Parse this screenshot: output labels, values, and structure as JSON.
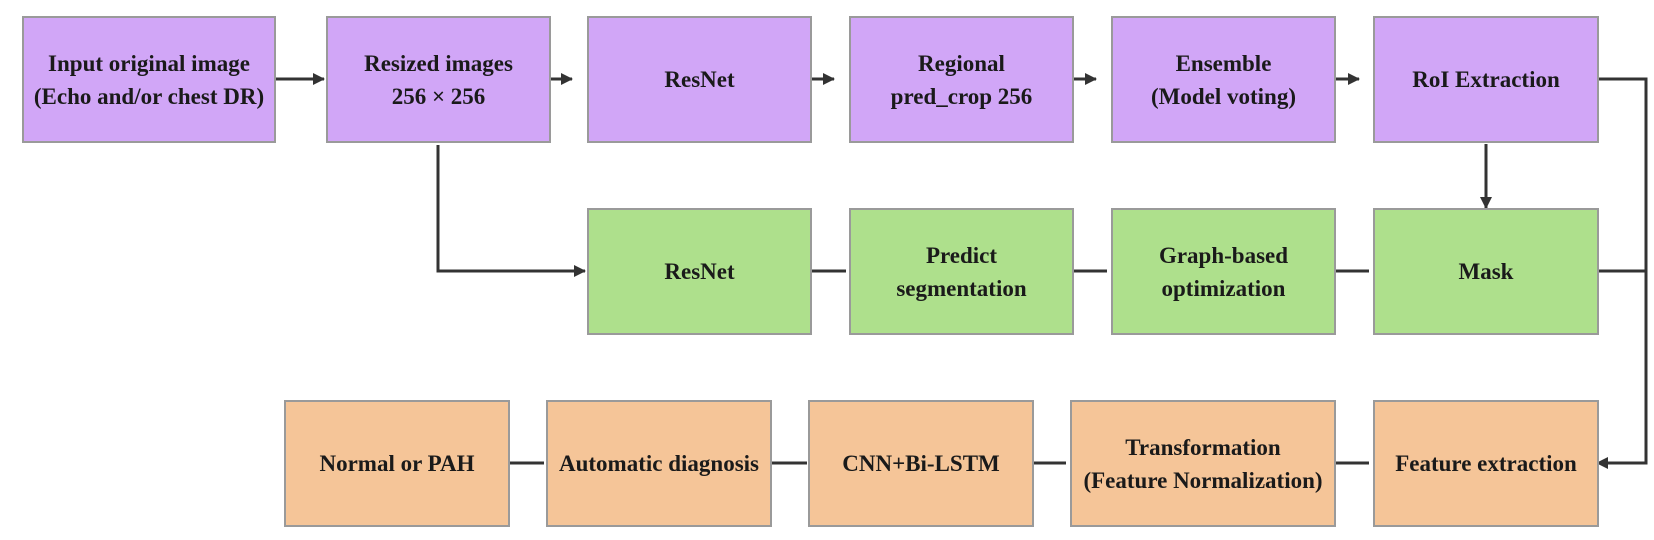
{
  "diagram": {
    "colors": {
      "stage1_fill": "#d1a6f7",
      "stage2_fill": "#aee08c",
      "stage3_fill": "#f5c598",
      "border": "#9a9a9a",
      "arrow": "#333333"
    },
    "row1": {
      "input": "Input original image\n(Echo and/or chest DR)",
      "resized": "Resized  images\n256 × 256",
      "resnet": "ResNet",
      "regional": "Regional\npred_crop 256",
      "ensemble": "Ensemble\n(Model voting)",
      "roi": "RoI Extraction"
    },
    "row2": {
      "resnet": "ResNet",
      "predict": "Predict\nsegmentation",
      "graph": "Graph-based\noptimization",
      "mask": "Mask"
    },
    "row3": {
      "normal": "Normal or PAH",
      "auto": "Automatic  diagnosis",
      "cnn": "CNN+Bi-LSTM",
      "transform": "Transformation\n(Feature Normalization)",
      "feature": "Feature extraction"
    }
  }
}
